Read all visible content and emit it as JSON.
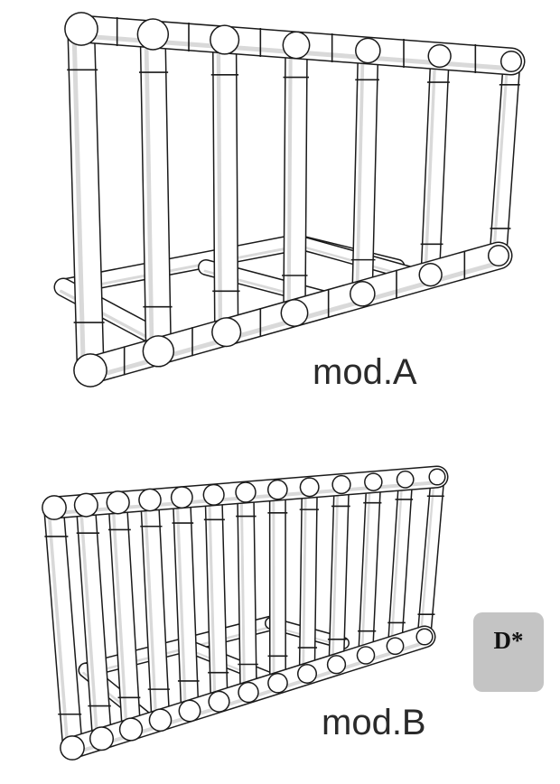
{
  "figure": {
    "models": [
      {
        "id": "a",
        "label": "mod.A"
      },
      {
        "id": "b",
        "label": "mod.B"
      }
    ],
    "badge": {
      "label": "D*",
      "color": "#c4c4c4"
    },
    "colors": {
      "pipe_fill": "#ffffff",
      "pipe_outline": "#1a1a1a",
      "pipe_shade": "#d9d9d9"
    }
  }
}
